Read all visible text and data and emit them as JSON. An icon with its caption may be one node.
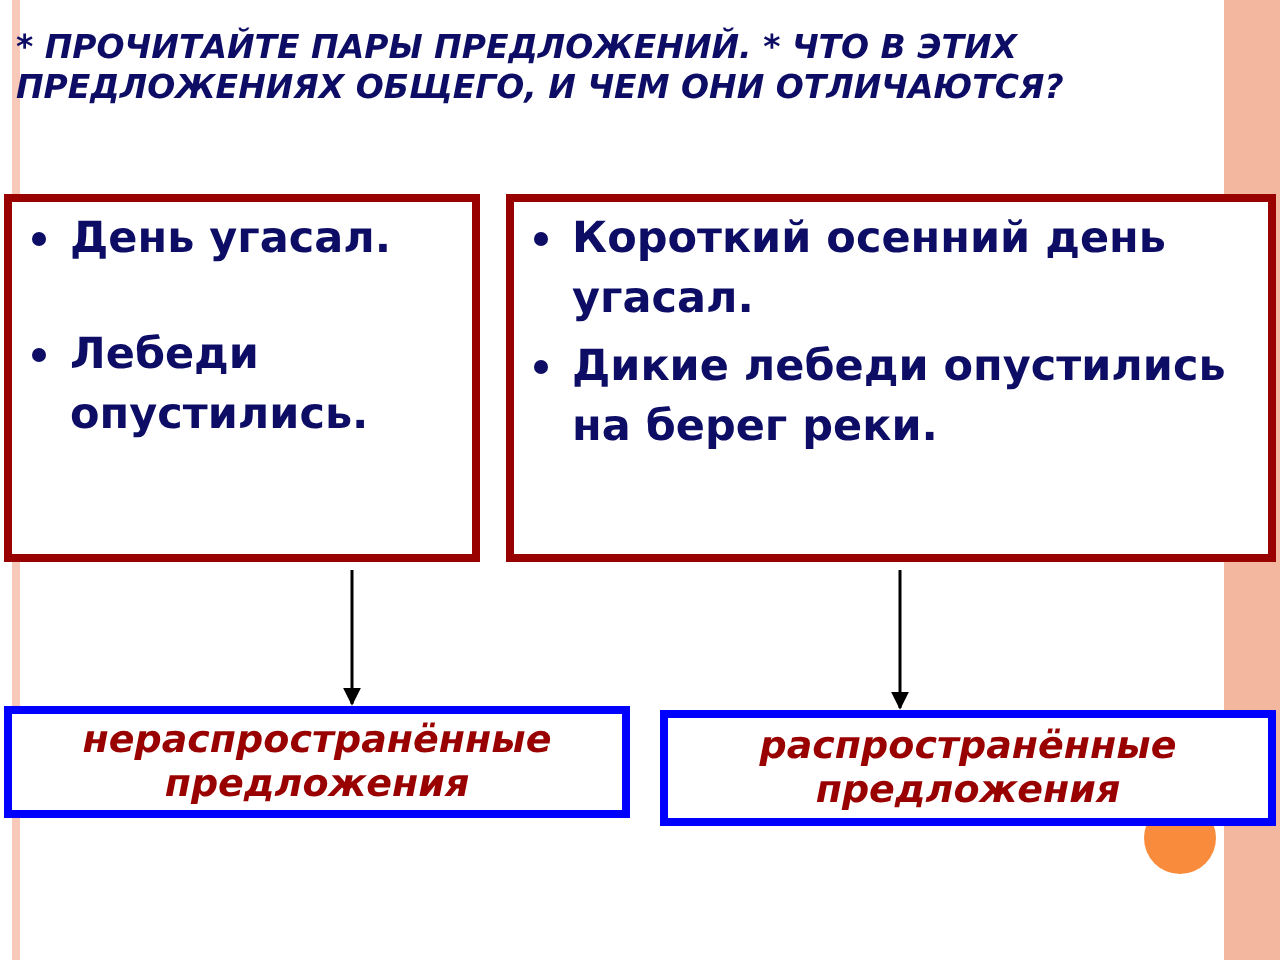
{
  "diagram": {
    "title": "* ПРОЧИТАЙТЕ ПАРЫ ПРЕДЛОЖЕНИЙ. * ЧТО В ЭТИХ ПРЕДЛОЖЕНИЯХ ОБЩЕГО, И ЧЕМ ОНИ ОТЛИЧАЮТСЯ?",
    "nodes": [
      {
        "text": [
          "День угасал.",
          "Лебеди опустились."
        ]
      },
      {
        "text": [
          "Короткий осенний день угасал.",
          "Дикие лебеди опустились на берег реки."
        ]
      },
      {
        "text": [
          "нераспространённые предложения"
        ]
      },
      {
        "text": [
          "распространённые предложения"
        ]
      }
    ],
    "edges": [
      {
        "from": 0,
        "to": 2,
        "arrow": "to"
      },
      {
        "from": 1,
        "to": 3,
        "arrow": "to"
      }
    ]
  }
}
